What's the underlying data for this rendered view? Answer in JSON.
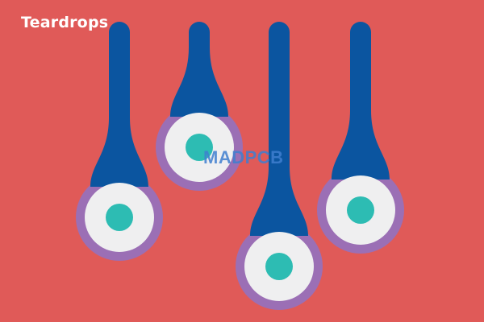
{
  "title": "Teardrops",
  "watermark": "MADPCB",
  "colors": {
    "background": "#e05a58",
    "trace": "#0b55a0",
    "annular_ring": "#9b6fb5",
    "pad": "#efeff0",
    "drill_hole": "#2dbcb3",
    "watermark": "#3f7fd0"
  },
  "teardrop_count": 4
}
